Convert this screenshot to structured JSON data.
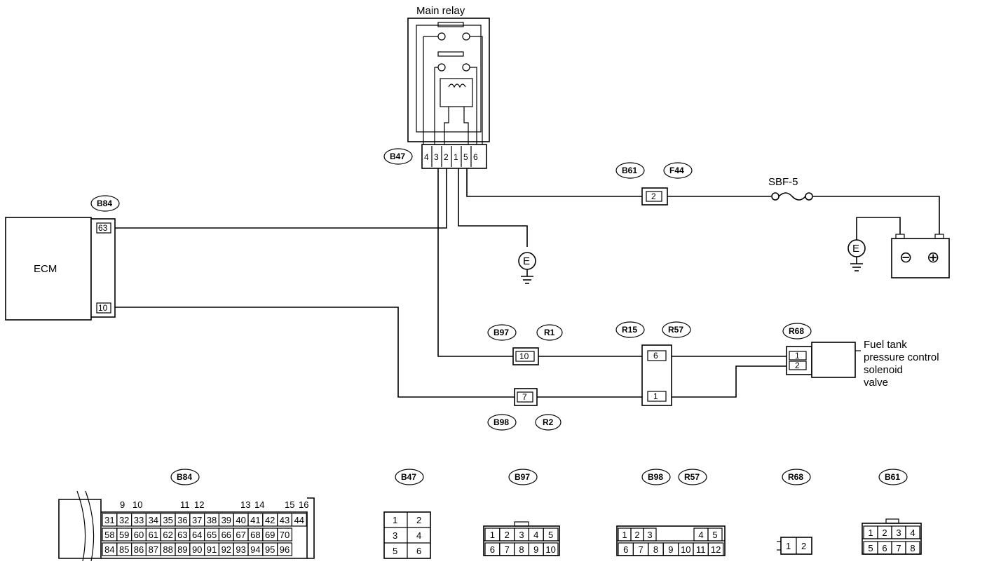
{
  "components": {
    "main_relay": "Main relay",
    "ecm": "ECM",
    "fuse": "SBF-5",
    "ground": "E",
    "solenoid": [
      "Fuel tank",
      "pressure control",
      "solenoid",
      "valve"
    ]
  },
  "tags": {
    "b47": "B47",
    "b84": "B84",
    "b61": "B61",
    "f44": "F44",
    "b97": "B97",
    "r1": "R1",
    "r15": "R15",
    "r57": "R57",
    "r68": "R68",
    "b98": "B98",
    "r2": "R2"
  },
  "pins": {
    "relay": [
      "4",
      "3",
      "2",
      "1",
      "5",
      "6"
    ],
    "ecm_63": "63",
    "ecm_10": "10",
    "b61_2": "2",
    "b97_10": "10",
    "b98_7": "7",
    "r57_6": "6",
    "r57_1": "1",
    "r68_1": "1",
    "r68_2": "2"
  },
  "battery": {
    "neg": "⊖",
    "pos": "⊕"
  },
  "legend": {
    "b84_title": "B84",
    "b84_row1": [
      "9",
      "10",
      "11",
      "12",
      "13",
      "14",
      "15",
      "16"
    ],
    "b84_row2": [
      "31",
      "32",
      "33",
      "34",
      "35",
      "36",
      "37",
      "38",
      "39",
      "40",
      "41",
      "42",
      "43",
      "44"
    ],
    "b84_row3": [
      "58",
      "59",
      "60",
      "61",
      "62",
      "63",
      "64",
      "65",
      "66",
      "67",
      "68",
      "69",
      "70"
    ],
    "b84_row4": [
      "84",
      "85",
      "86",
      "87",
      "88",
      "89",
      "90",
      "91",
      "92",
      "93",
      "94",
      "95",
      "96"
    ],
    "b47_title": "B47",
    "b47_cells": [
      "1",
      "2",
      "3",
      "4",
      "5",
      "6"
    ],
    "b97_title": "B97",
    "b97_row1": [
      "1",
      "2",
      "3",
      "4",
      "5"
    ],
    "b97_row2": [
      "6",
      "7",
      "8",
      "9",
      "10"
    ],
    "b98_title": "B98",
    "r57_title": "R57",
    "b98_row1": [
      "1",
      "2",
      "3",
      "4",
      "5"
    ],
    "b98_row2": [
      "6",
      "7",
      "8",
      "9",
      "10",
      "11",
      "12"
    ],
    "r68_title": "R68",
    "r68_cells": [
      "1",
      "2"
    ],
    "b61_title": "B61",
    "b61_row1": [
      "1",
      "2",
      "3",
      "4"
    ],
    "b61_row2": [
      "5",
      "6",
      "7",
      "8"
    ]
  }
}
